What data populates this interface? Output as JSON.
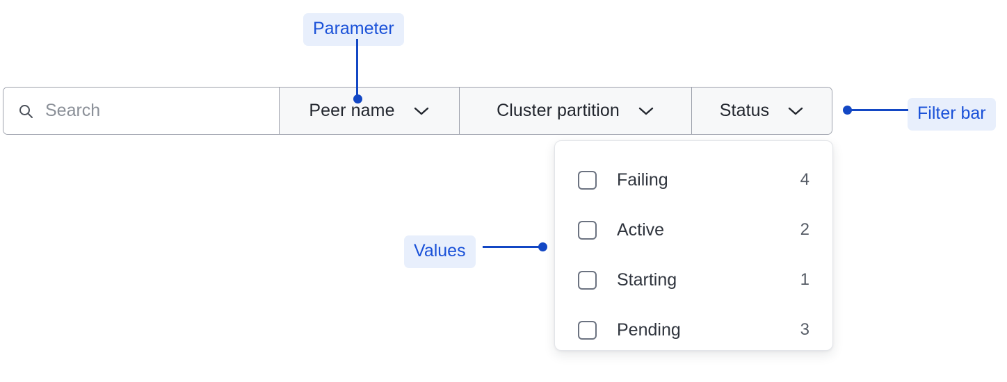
{
  "search": {
    "placeholder": "Search",
    "value": "",
    "icon": "search-icon"
  },
  "filter_bar": {
    "filters": [
      {
        "label": "Peer name",
        "icon": "chevron-down-icon"
      },
      {
        "label": "Cluster partition",
        "icon": "chevron-down-icon"
      },
      {
        "label": "Status",
        "icon": "chevron-down-icon"
      }
    ]
  },
  "dropdown": {
    "open_for": "Status",
    "options": [
      {
        "label": "Failing",
        "count": "4",
        "checked": false
      },
      {
        "label": "Active",
        "count": "2",
        "checked": false
      },
      {
        "label": "Starting",
        "count": "1",
        "checked": false
      },
      {
        "label": "Pending",
        "count": "3",
        "checked": false
      }
    ]
  },
  "annotations": [
    {
      "label": "Parameter"
    },
    {
      "label": "Filter bar"
    },
    {
      "label": "Values"
    }
  ],
  "colors": {
    "annotation_text": "#1a51d8",
    "annotation_chip_bg": "#e8effc",
    "annotation_line": "#1347c4",
    "bar_border": "#9ca0ab",
    "bar_bg": "#f7f8f9",
    "panel_bg": "#ffffff",
    "text_primary": "#2f343d",
    "text_muted": "#8b9098"
  }
}
